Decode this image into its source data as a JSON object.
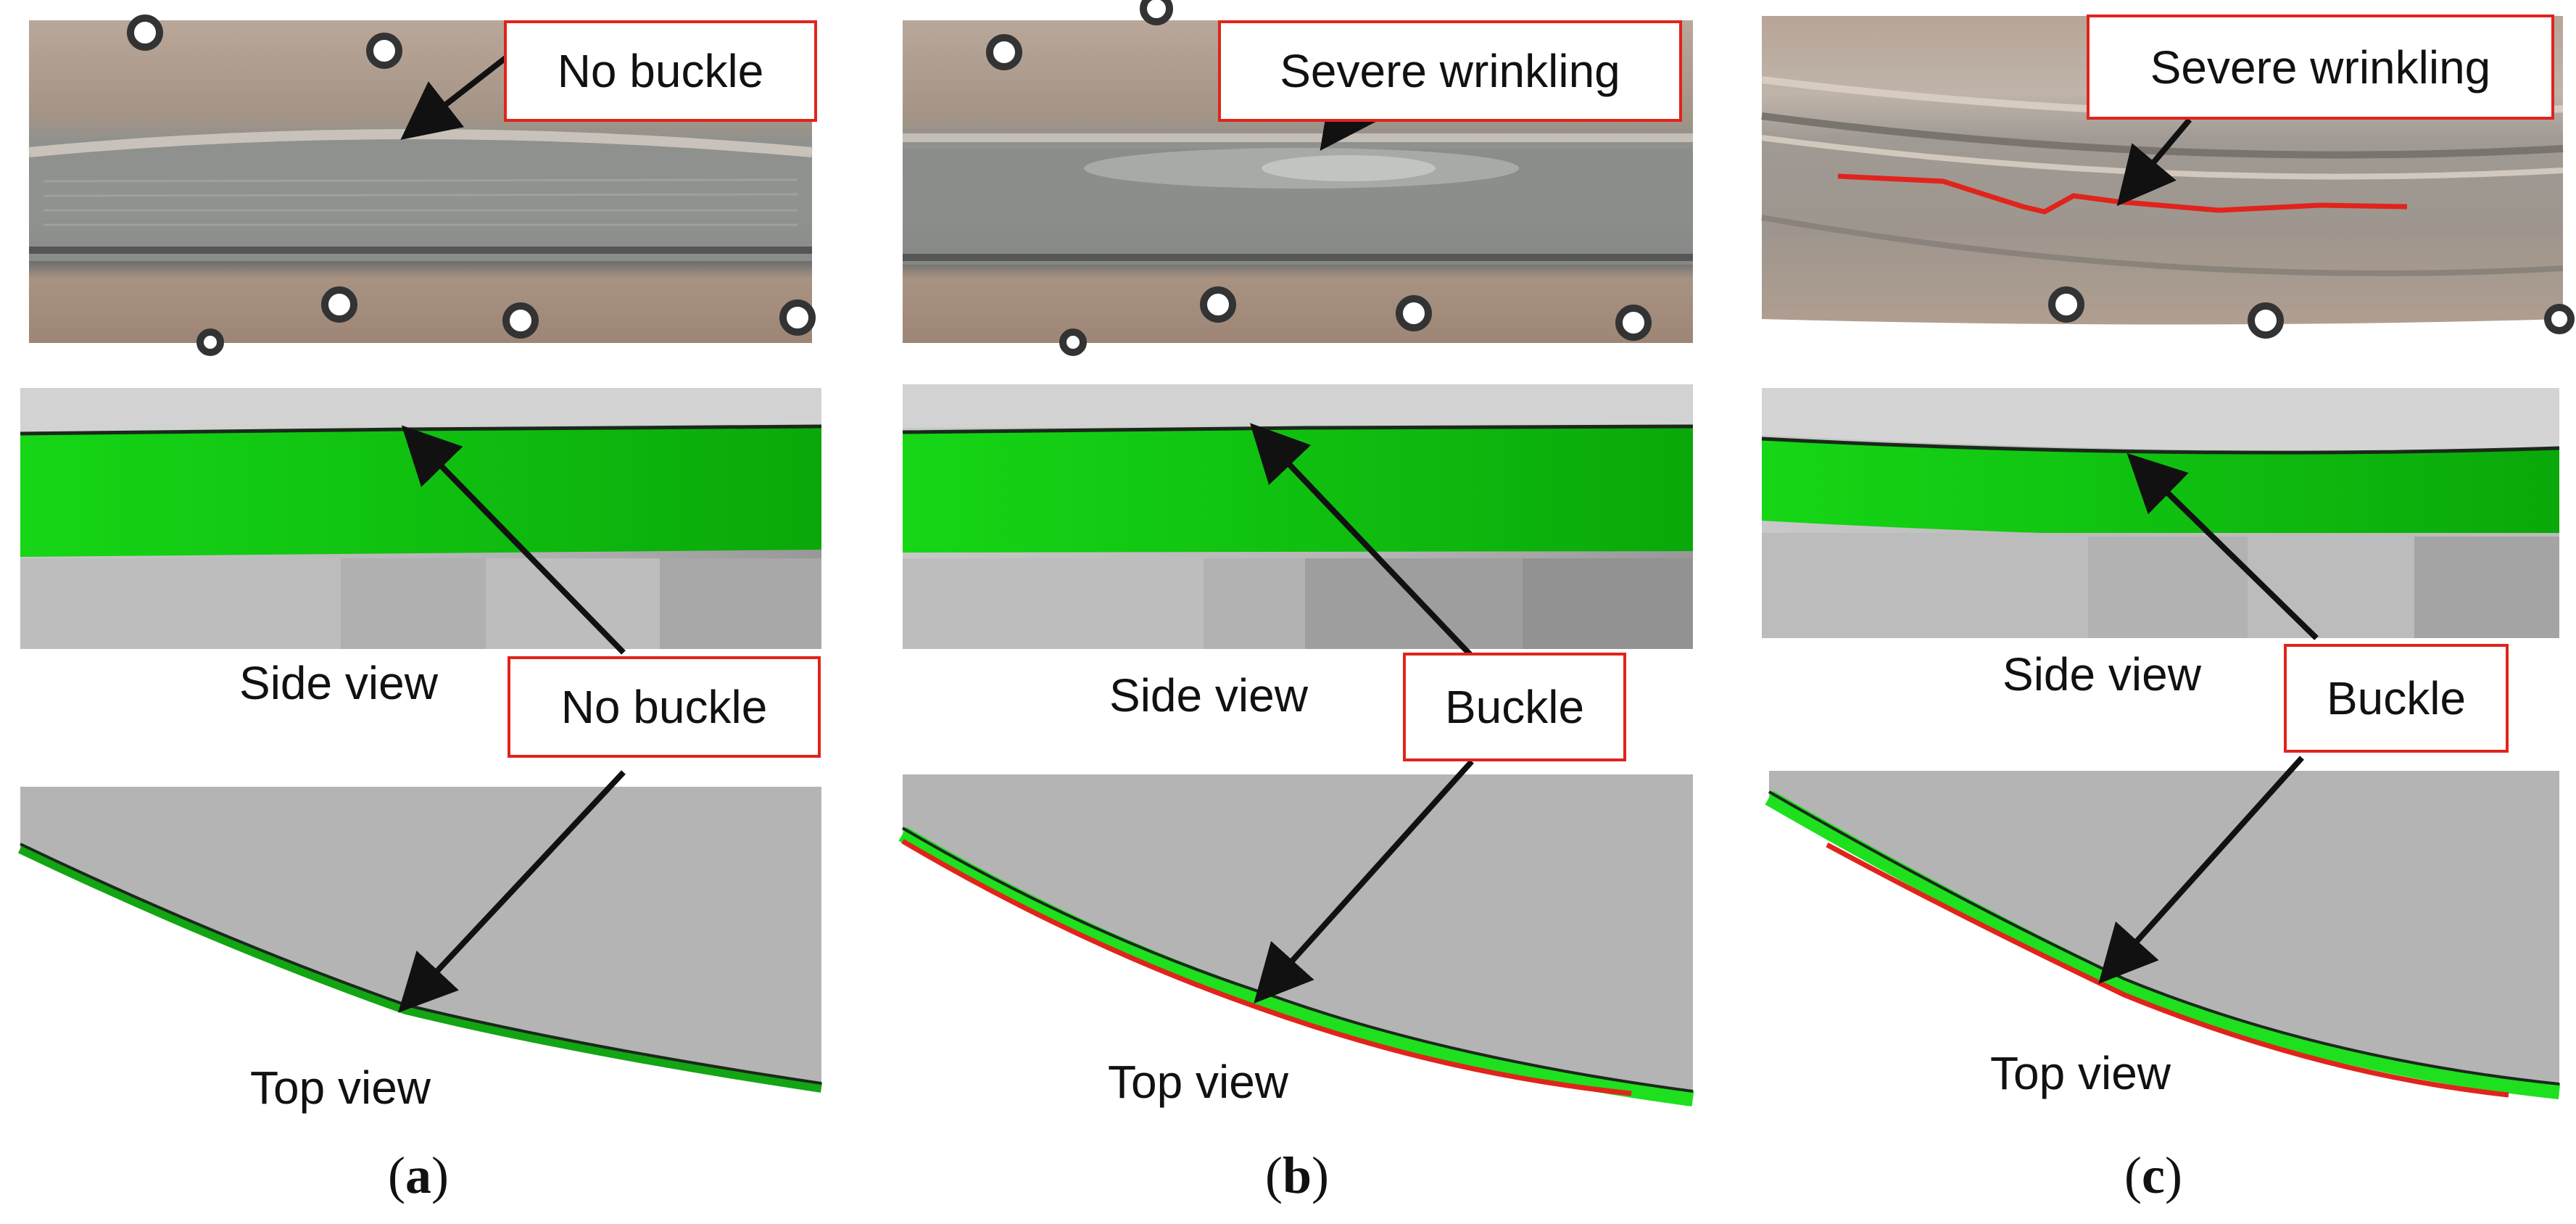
{
  "columns": [
    {
      "id": "a",
      "photo_callout": "No buckle",
      "side_label": "Side view",
      "sim_callout": "No buckle",
      "top_label": "Top view",
      "caption_open": "(",
      "caption_letter": "a",
      "caption_close": ")"
    },
    {
      "id": "b",
      "photo_callout": "Severe wrinkling",
      "side_label": "Side view",
      "sim_callout": "Buckle",
      "top_label": "Top view",
      "caption_open": "(",
      "caption_letter": "b",
      "caption_close": ")"
    },
    {
      "id": "c",
      "photo_callout": "Severe wrinkling",
      "side_label": "Side view",
      "sim_callout": "Buckle",
      "top_label": "Top view",
      "caption_open": "(",
      "caption_letter": "c",
      "caption_close": ")"
    }
  ],
  "colors": {
    "callout_border": "#e0241c",
    "sim_green": "#14c814",
    "sim_gray": "#b4b4b4",
    "wrinkle_red": "#e0241c",
    "arrow": "#111111"
  }
}
